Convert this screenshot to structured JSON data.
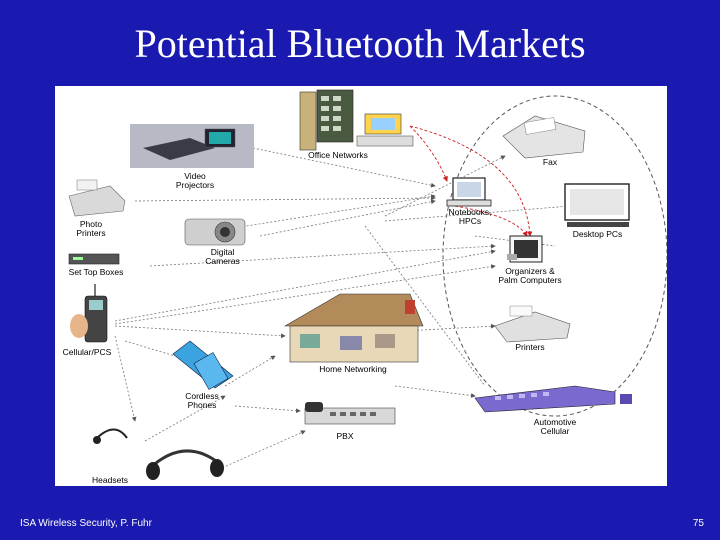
{
  "slide": {
    "title": "Potential Bluetooth Markets",
    "footer_left": "ISA Wireless Security, P. Fuhr",
    "page_number": "75"
  },
  "diagram": {
    "nodes": [
      {
        "id": "office-networks",
        "label": "Office Networks"
      },
      {
        "id": "video-projectors",
        "label": "Video\nProjectors"
      },
      {
        "id": "photo-printers",
        "label": "Photo\nPrinters"
      },
      {
        "id": "digital-cameras",
        "label": "Digital\nCameras"
      },
      {
        "id": "set-top-boxes",
        "label": "Set Top Boxes"
      },
      {
        "id": "cellular-pcs",
        "label": "Cellular/PCS"
      },
      {
        "id": "home-networking",
        "label": "Home Networking"
      },
      {
        "id": "cordless-phones",
        "label": "Cordless\nPhones"
      },
      {
        "id": "pbx",
        "label": "PBX"
      },
      {
        "id": "headsets",
        "label": "Headsets"
      },
      {
        "id": "fax",
        "label": "Fax"
      },
      {
        "id": "notebooks",
        "label": "Notebooks,\nHPCs"
      },
      {
        "id": "desktop-pcs",
        "label": "Desktop PCs"
      },
      {
        "id": "organizers",
        "label": "Organizers &\nPalm Computers"
      },
      {
        "id": "printers",
        "label": "Printers"
      },
      {
        "id": "automotive-cellular",
        "label": "Automotive\nCellular"
      }
    ]
  },
  "colors": {
    "background": "#1a1ab0",
    "connector": "#666666",
    "highlight_arrow": "#cc2222"
  }
}
